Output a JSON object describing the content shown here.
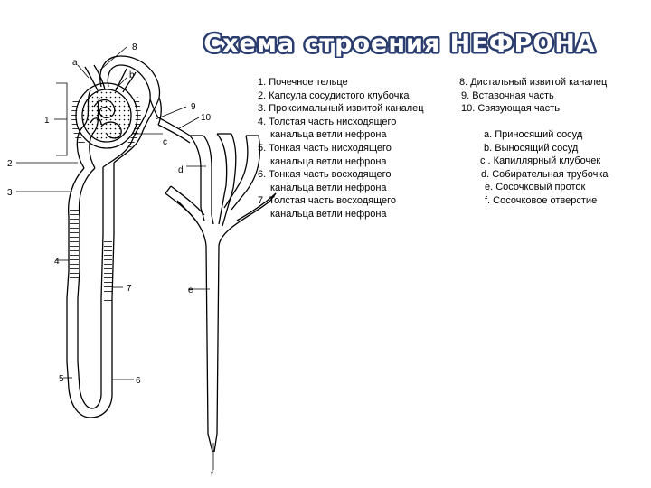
{
  "title": "Схема строения НЕФРОНА",
  "legend_left": [
    "1. Почечное тельце",
    "2. Капсула сосудистого клубочка",
    "3. Проксимальный извитой каналец",
    "4. Толстая часть нисходящего",
    "канальца ветли нефрона",
    "5. Тонкая часть нисходящего",
    "канальца ветли нефрона",
    "6. Тонкая часть восходящего",
    "канальца ветли нефрона",
    "7. Толстая часть восходящего",
    "канальца ветли нефрона"
  ],
  "legend_mid": [
    "8. Дистальный извитой каналец",
    "9. Вставочная часть",
    "10. Связующая часть"
  ],
  "legend_right": [
    "a. Приносящий сосуд",
    "b. Выносящий сосуд",
    "c . Капиллярный клубочек",
    "d. Собирательная трубочка",
    "e. Сосочковый проток",
    "f. Сосочковое отверстие"
  ],
  "labels": {
    "l1": "1",
    "l2": "2",
    "l3": "3",
    "l4": "4",
    "l5": "5",
    "l6": "6",
    "l7": "7",
    "l8": "8",
    "l9": "9",
    "l10": "10",
    "la": "a",
    "lb": "b",
    "lc": "c",
    "ld": "d",
    "le": "e",
    "lf": "f"
  }
}
